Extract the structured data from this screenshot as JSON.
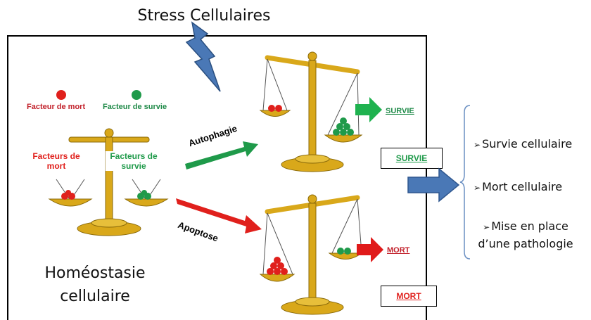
{
  "title": "Stress Cellulaires",
  "legend": {
    "death": "Facteur de mort",
    "survival": "Facteur de survie"
  },
  "left_scale": {
    "death_label": "Facteurs de mort",
    "survival_label": "Facteurs de survie"
  },
  "homeostasis": "Homéostasie cellulaire",
  "arrows": {
    "autophagy": "Autophagie",
    "apoptosis": "Apoptose"
  },
  "outputs": {
    "survival_small": "SURVIE",
    "death_small": "MORT",
    "survival_box": "SURVIE",
    "death_box": "MORT"
  },
  "outcomes": {
    "bullet": "➢",
    "items": [
      "Survie cellulaire",
      "Mort cellulaire",
      "Mise en place d’une pathologie"
    ]
  },
  "colors": {
    "death": "#e0201c",
    "survival": "#1f9a4a",
    "gold": "#d9a81a",
    "blue_arrow": "#4a78b6"
  }
}
